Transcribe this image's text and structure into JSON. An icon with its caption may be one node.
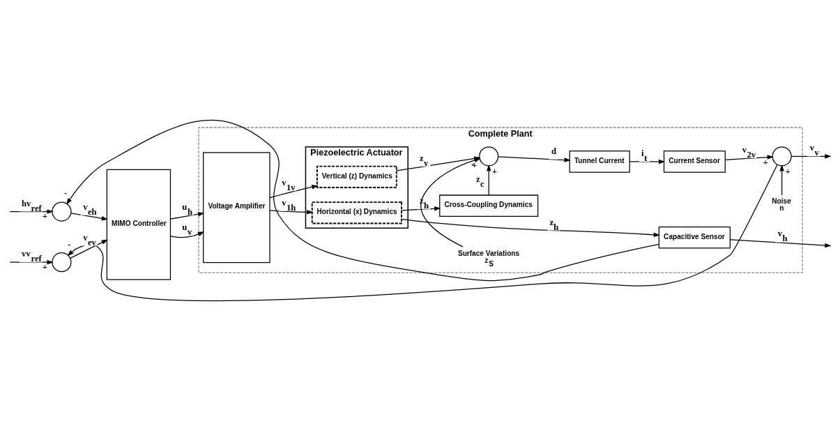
{
  "diagram": {
    "nodes": [
      {
        "text": [
          "Complete Plant"
        ]
      },
      {
        "text": [],
        "shape": "circle"
      },
      {
        "text": [
          "MIMO Controller"
        ]
      },
      {
        "text": [],
        "shape": "circle"
      },
      {
        "text": [
          "Voltage Amplifier"
        ],
        "in": 0
      },
      {
        "text": [
          "Piezoelectric Actuator"
        ],
        "in": 0
      },
      {
        "text": [
          "Horizontal (x) Dynamics"
        ],
        "in": 5
      },
      {
        "text": [
          "Vertical (z) Dynamics"
        ],
        "in": 5
      },
      {
        "text": [
          "Capacitive Sensor"
        ],
        "in": 0
      },
      {
        "text": [
          "Cross-Coupling Dynamics"
        ],
        "in": 0
      },
      {
        "text": [],
        "shape": "circle",
        "in": 0
      },
      {
        "text": [
          "Tunnel Current"
        ],
        "in": 0
      },
      {
        "text": [
          "Current Sensor"
        ],
        "in": 0
      },
      {
        "text": [],
        "shape": "circle",
        "in": 0
      },
      {
        "text": [
          "Surface Variations",
          "z$_{S}$"
        ],
        "in": 0
      },
      {
        "text": [
          "Noise",
          "n"
        ],
        "in": 0
      }
    ],
    "edges": [
      {
        "from": null,
        "to": 1,
        "arrow": "to",
        "label": "hv$_{ref}$"
      },
      {
        "from": 1,
        "to": 2,
        "arrow": "to",
        "label": "v$_{eh}$"
      },
      {
        "from": 2,
        "to": 4,
        "arrow": "to",
        "label": "u$_{h}$"
      },
      {
        "from": 4,
        "to": 6,
        "arrow": "to",
        "label": "v$_{1h}$"
      },
      {
        "from": 6,
        "to": 8,
        "arrow": "to",
        "label": "z$_{h}$"
      },
      {
        "from": 6,
        "to": 9,
        "arrow": "to",
        "label": "z$_{h}$"
      },
      {
        "from": 8,
        "to": null,
        "arrow": "to",
        "label": "v$_{h}$"
      },
      {
        "from": 8,
        "to": 1,
        "arrow": "to"
      },
      {
        "from": null,
        "to": 3,
        "arrow": "to",
        "label": "vv$_{ref}$"
      },
      {
        "from": 3,
        "to": 2,
        "arrow": "to",
        "label": "v$_{ev}$"
      },
      {
        "from": 2,
        "to": 4,
        "arrow": "to",
        "label": "u$_{v}$"
      },
      {
        "from": 4,
        "to": 7,
        "arrow": "to",
        "label": "v$_{1v}$"
      },
      {
        "from": 7,
        "to": 10,
        "arrow": "to",
        "label": "z$_{v}$"
      },
      {
        "from": 9,
        "to": 10,
        "arrow": "to",
        "label": "z$_{c}$"
      },
      {
        "from": 14,
        "to": 10,
        "arrow": "to"
      },
      {
        "from": 10,
        "to": 11,
        "arrow": "to",
        "label": "d"
      },
      {
        "from": 11,
        "to": 12,
        "arrow": "to",
        "label": "i$_{t}$"
      },
      {
        "from": 12,
        "to": 13,
        "arrow": "to",
        "label": "v$_{2v}$"
      },
      {
        "from": 15,
        "to": 13,
        "arrow": "to"
      },
      {
        "from": 13,
        "to": null,
        "arrow": "to",
        "label": "v$_{v}$"
      },
      {
        "from": 13,
        "to": 3,
        "arrow": "to"
      }
    ],
    "labels": [
      "-",
      "+",
      "+",
      "+",
      "-",
      "-",
      "+",
      "+",
      "+"
    ]
  }
}
